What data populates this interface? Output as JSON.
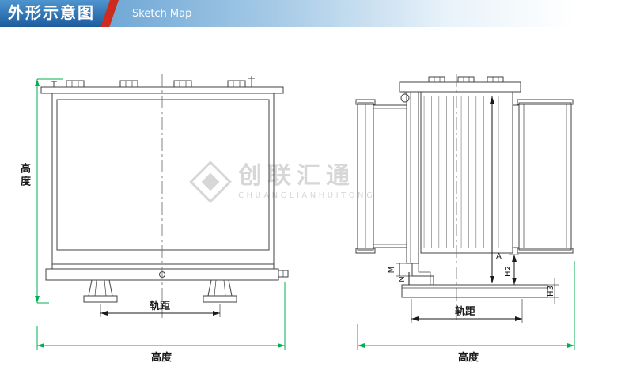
{
  "header": {
    "title": "外形示意图",
    "subtitle": "Sketch Map"
  },
  "watermark": {
    "name": "创联汇通",
    "latin": "CHUANGLIANHUITONG"
  },
  "front_view": {
    "dim_height_vertical": "高度",
    "dim_gauge": "轨距",
    "dim_width_bottom": "高度"
  },
  "side_view": {
    "dim_m": "M",
    "dim_n": "N",
    "dim_a": "A",
    "dim_h2": "H2",
    "dim_h3": "H3",
    "dim_gauge": "轨距",
    "dim_width_bottom": "高度"
  },
  "colors": {
    "banner-red": "#cc2b1d",
    "dimension-green": "#00b050",
    "line-dark": "#404040",
    "label-dark": "#1a1a1a",
    "watermark-gray": "#d7d7d7"
  }
}
